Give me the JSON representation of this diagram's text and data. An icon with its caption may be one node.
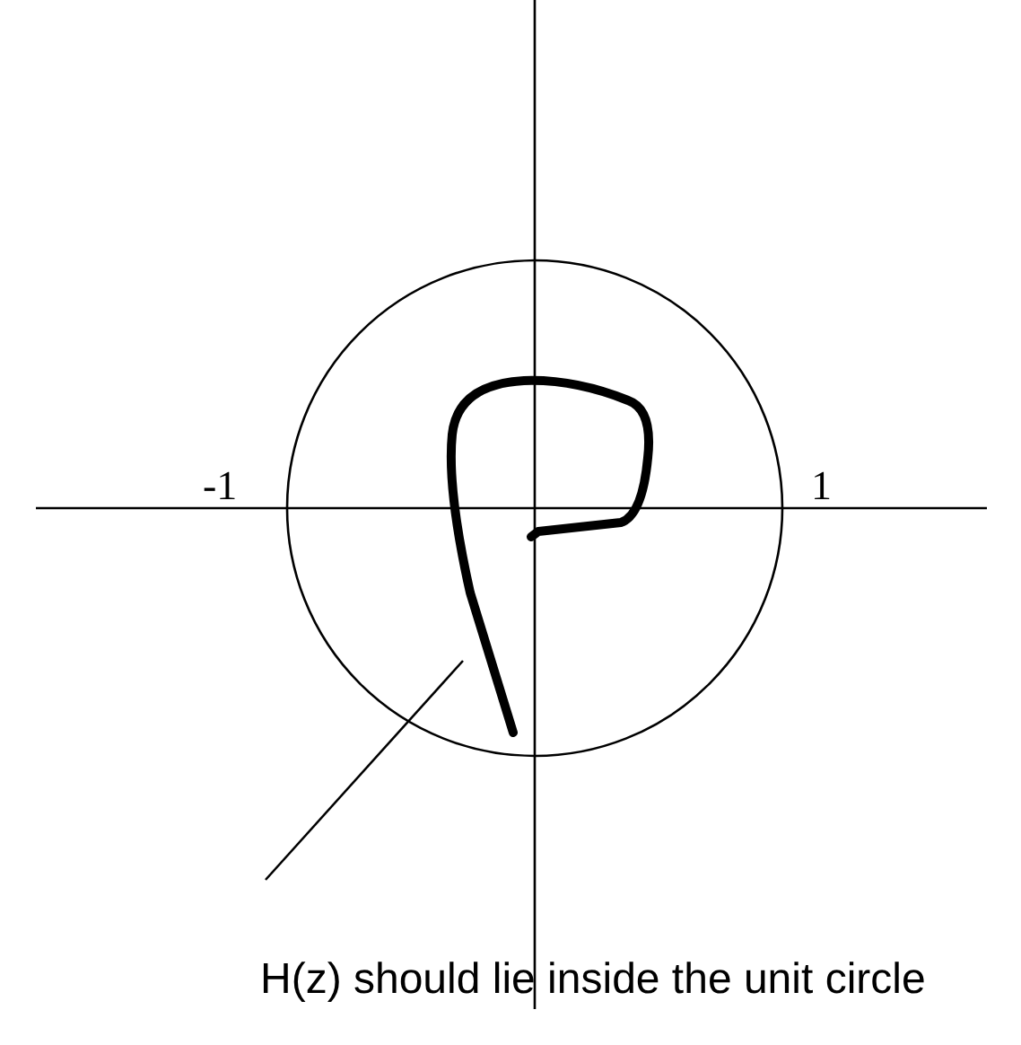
{
  "diagram": {
    "nodes": [
      {
        "text": [
          "H(z) should lie inside the unit circle"
        ]
      },
      {
        "text": [],
        "shape": "curve"
      }
    ],
    "edges": [
      {
        "from": 0,
        "to": 1,
        "arrow": "none"
      }
    ],
    "labels": [
      "-1",
      "1"
    ]
  }
}
